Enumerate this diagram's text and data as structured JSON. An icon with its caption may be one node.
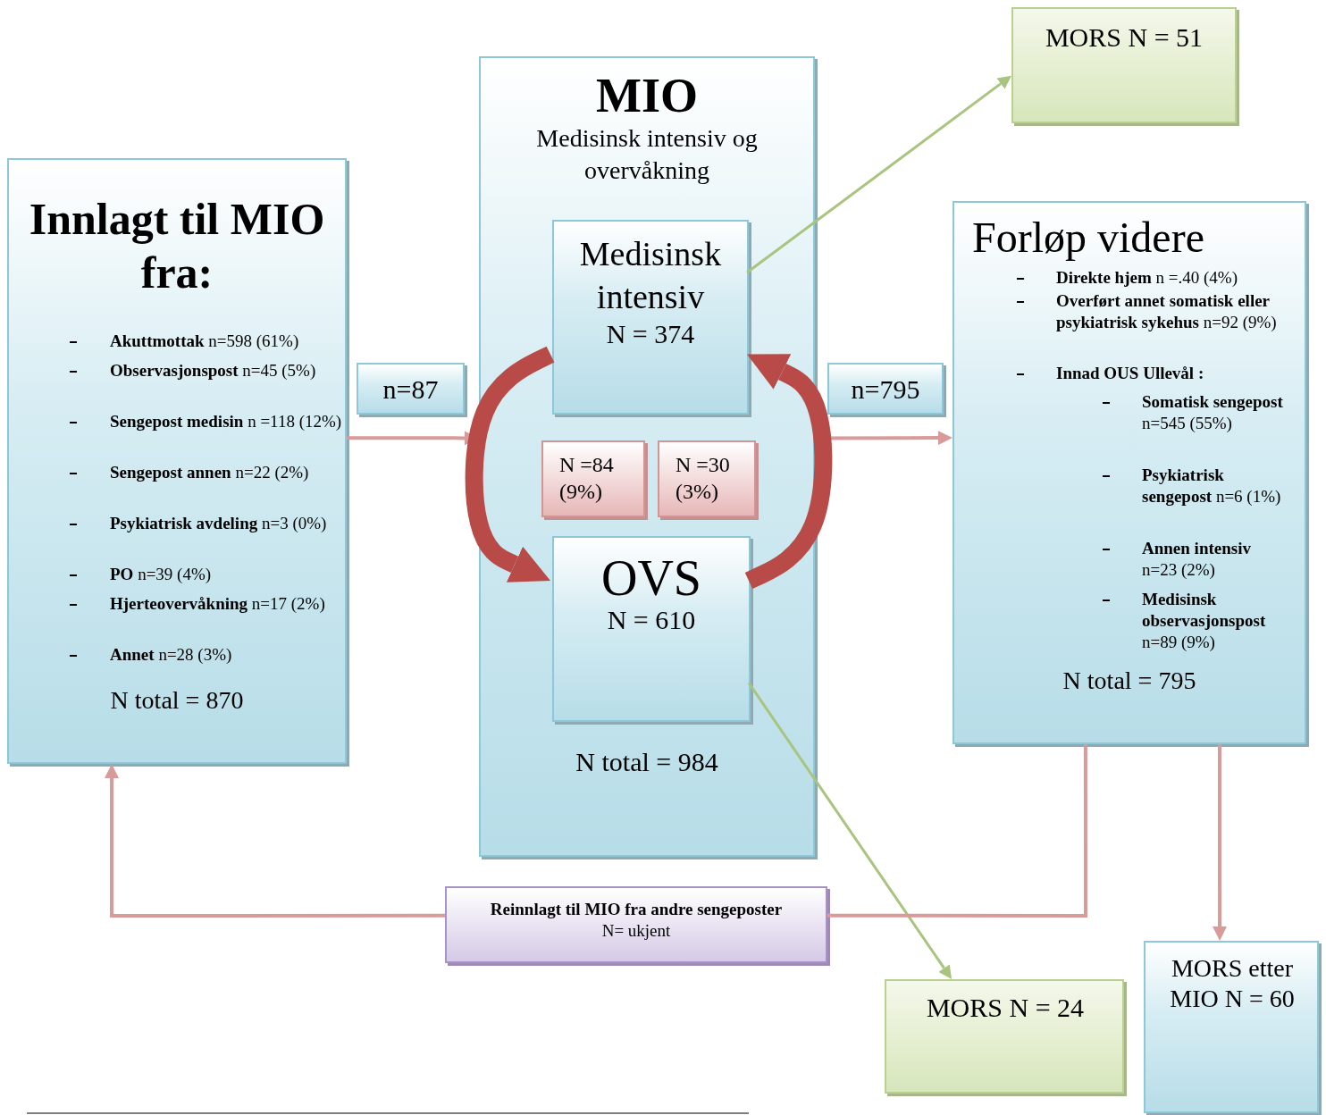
{
  "diagram": {
    "nodes": [
      {
        "text": [
          "Innlagt til MIO fra:",
          "**Akuttmottak** n=598 (61%)",
          "**Observasjonspost** n=45 (5%)",
          "**Sengepost medisin** n =118 (12%)",
          "**Sengepost annen** n=22 (2%)",
          "**Psykiatrisk avdeling** n=3 (0%)",
          "**PO** n=39 (4%)",
          "**Hjerteovervåkning** n=17 (2%)",
          "**Annet** n=28 (3%)",
          "N total = 870"
        ]
      },
      {
        "text": [
          "MIO",
          "Medisinsk intensiv og overvåkning",
          "N total = 984"
        ]
      },
      {
        "text": [
          "Medisinsk intensiv",
          "N = 374"
        ],
        "in": 1
      },
      {
        "text": [
          "N =84 (9%)"
        ],
        "in": 1
      },
      {
        "text": [
          "N =30 (3%)"
        ],
        "in": 1
      },
      {
        "text": [
          "OVS",
          "N = 610"
        ],
        "in": 1
      },
      {
        "text": [
          "n=87"
        ]
      },
      {
        "text": [
          "n=795"
        ]
      },
      {
        "text": [
          "Forløp videre",
          "**Direkte hjem** n =.40 (4%)",
          "**Overført annet somatisk eller psykiatrisk sykehus** n=92 (9%)",
          "Innad OUS Ullevål :",
          "**Somatisk sengepost** n=545 (55%)",
          "**Psykiatrisk sengepost** n=6 (1%)",
          "**Annen intensiv** n=23 (2%)",
          "**Medisinsk observasjonspost** n=89 (9%)",
          "N total = 795"
        ]
      },
      {
        "text": [
          "MORS N = 51"
        ]
      },
      {
        "text": [
          "Reinnlagt til MIO fra andre sengeposter",
          "N= ukjent"
        ]
      },
      {
        "text": [
          "MORS N = 24"
        ]
      },
      {
        "text": [
          "MORS etter MIO N = 60"
        ]
      }
    ],
    "edges": [
      {
        "from": 0,
        "to": 1,
        "arrow": "to"
      },
      {
        "from": 1,
        "to": 8,
        "arrow": "to"
      },
      {
        "from": 2,
        "to": 5,
        "arrow": "to",
        "style": "thick",
        "color": "#b84a48"
      },
      {
        "from": 5,
        "to": 2,
        "arrow": "to",
        "style": "thick",
        "color": "#b84a48"
      },
      {
        "from": 2,
        "to": 9,
        "arrow": "to",
        "color": "#a9c47f"
      },
      {
        "from": 5,
        "to": 11,
        "arrow": "to",
        "color": "#a9c47f"
      },
      {
        "from": 8,
        "to": 12,
        "arrow": "to"
      },
      {
        "from": 8,
        "to": 10,
        "arrow": "none"
      },
      {
        "from": 10,
        "to": 0,
        "arrow": "to"
      }
    ]
  }
}
